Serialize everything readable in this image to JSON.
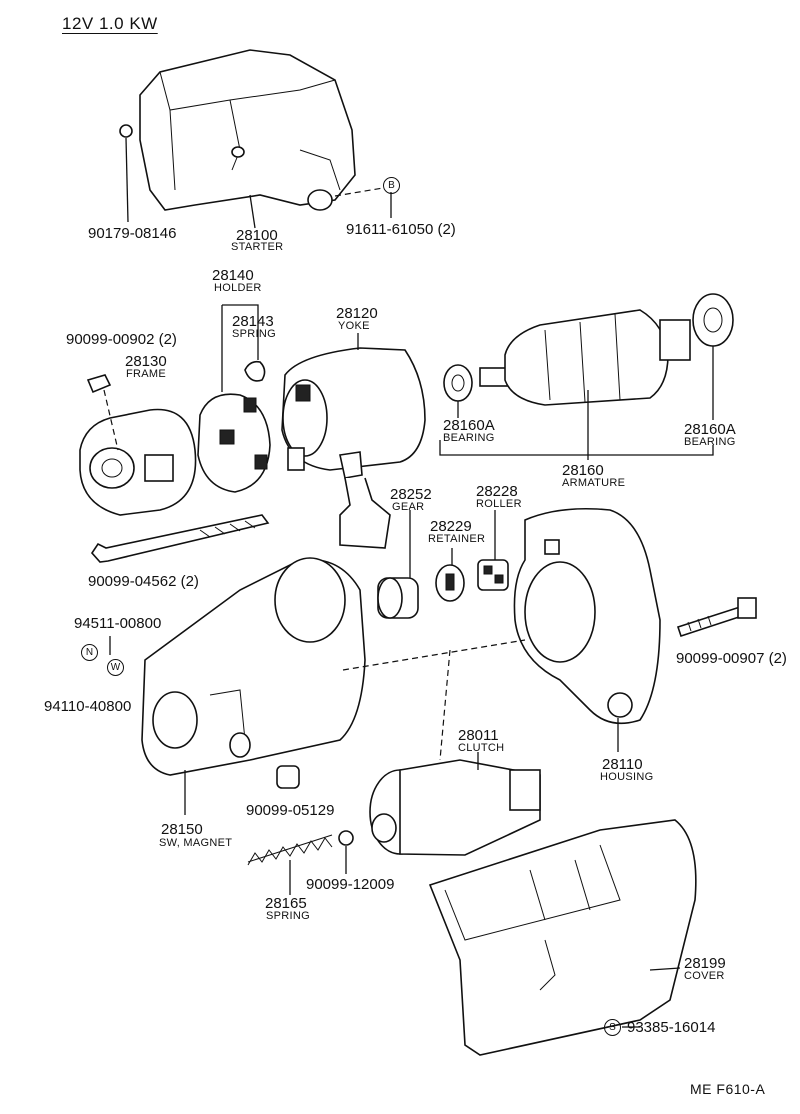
{
  "title": "12V  1.0 KW",
  "figure_code": "ME  F610-A",
  "symbols": {
    "b": "B",
    "n": "N",
    "w": "W",
    "s": "S"
  },
  "parts": {
    "p90179": {
      "number": "90179-08146"
    },
    "p28100": {
      "number": "28100",
      "name": "STARTER"
    },
    "p91611": {
      "number": "91611-61050 (2)"
    },
    "p28140": {
      "number": "28140",
      "name": "HOLDER"
    },
    "p28143": {
      "number": "28143",
      "name": "SPRING"
    },
    "p28120": {
      "number": "28120",
      "name": "YOKE"
    },
    "p90099_00902": {
      "number": "90099-00902 (2)"
    },
    "p28130": {
      "number": "28130",
      "name": "FRAME"
    },
    "p28160A_left": {
      "number": "28160A",
      "name": "BEARING"
    },
    "p28160A_right": {
      "number": "28160A",
      "name": "BEARING"
    },
    "p28160": {
      "number": "28160",
      "name": "ARMATURE"
    },
    "p28252": {
      "number": "28252",
      "name": "GEAR"
    },
    "p28228": {
      "number": "28228",
      "name": "ROLLER"
    },
    "p28229": {
      "number": "28229",
      "name": "RETAINER"
    },
    "p90099_04562": {
      "number": "90099-04562 (2)"
    },
    "p94511": {
      "number": "94511-00800"
    },
    "p94110": {
      "number": "94110-40800"
    },
    "p90099_00907": {
      "number": "90099-00907 (2)"
    },
    "p28110": {
      "number": "28110",
      "name": "HOUSING"
    },
    "p28011": {
      "number": "28011",
      "name": "CLUTCH"
    },
    "p90099_05129": {
      "number": "90099-05129"
    },
    "p28150": {
      "number": "28150",
      "name": "SW, MAGNET"
    },
    "p90099_12009": {
      "number": "90099-12009"
    },
    "p28165": {
      "number": "28165",
      "name": "SPRING"
    },
    "p28199": {
      "number": "28199",
      "name": "COVER"
    },
    "p93385": {
      "number": "93385-16014"
    }
  }
}
